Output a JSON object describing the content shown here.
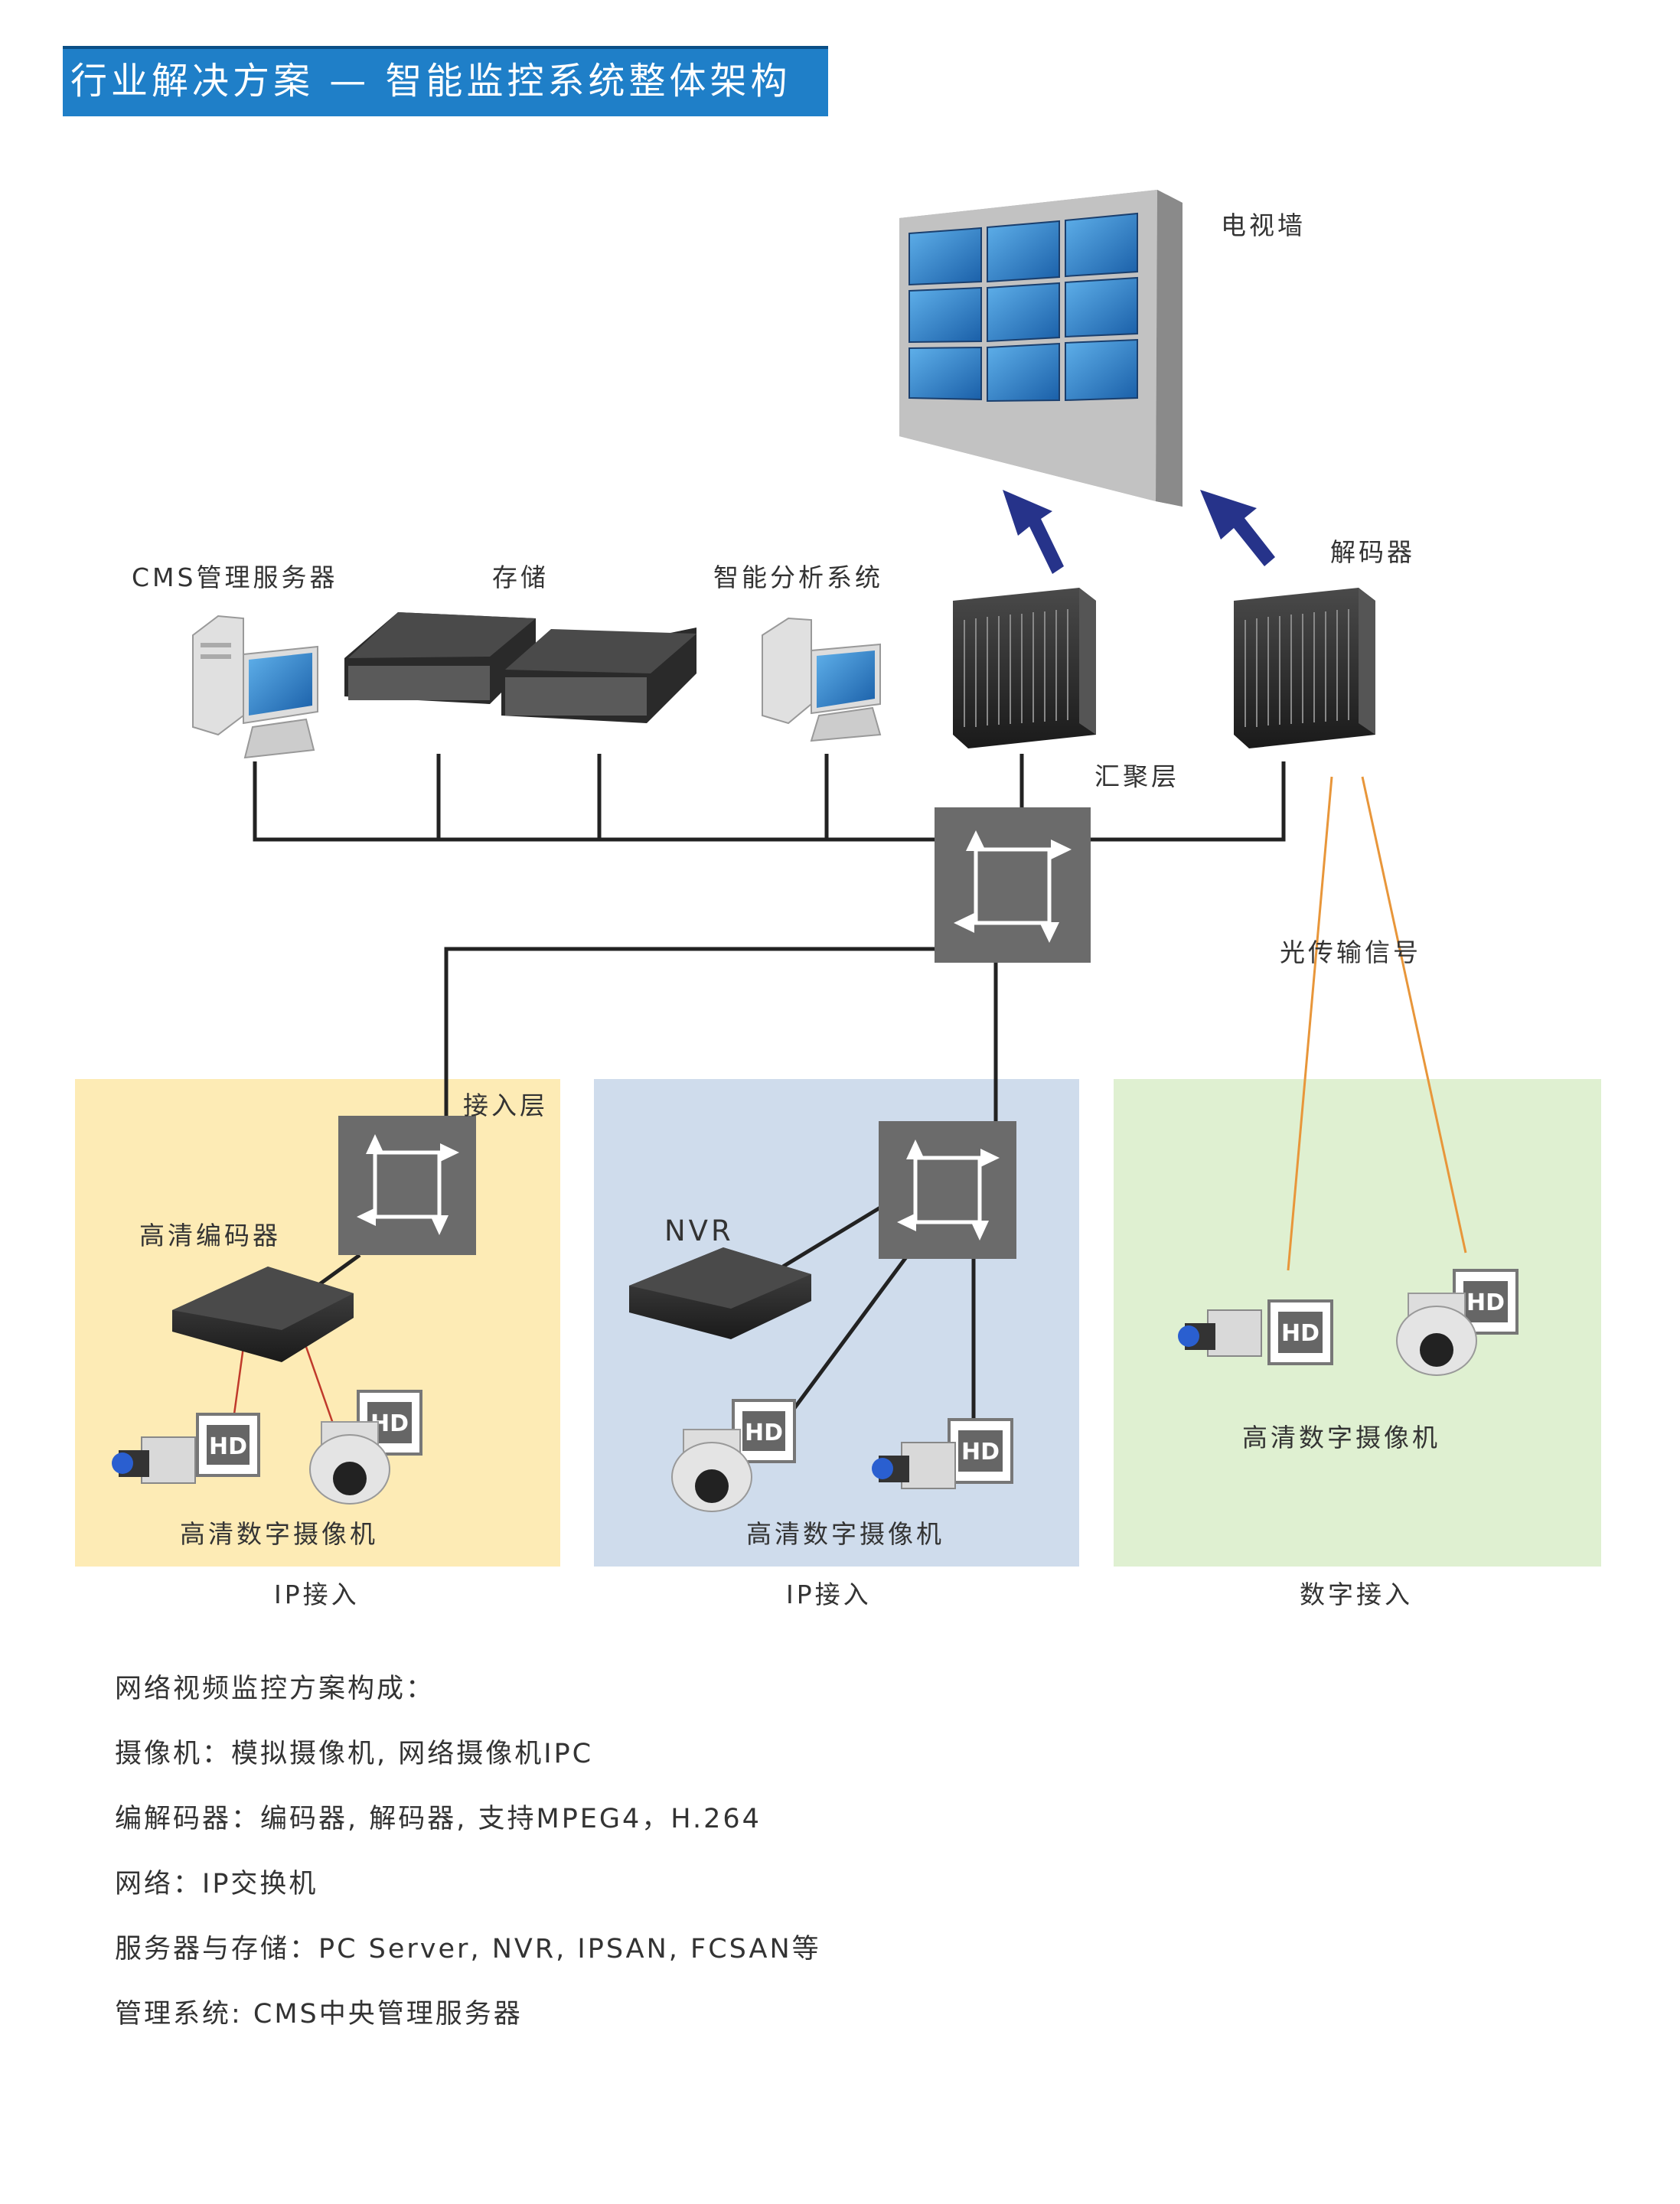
{
  "title": "行业解决方案 — 智能监控系统整体架构",
  "labels": {
    "tv_wall": "电视墙",
    "decoder": "解码器",
    "cms_server": "CMS管理服务器",
    "storage": "存储",
    "smart_analysis": "智能分析系统",
    "aggregation_layer": "汇聚层",
    "optical_signal": "光传输信号",
    "access_layer": "接入层",
    "hd_encoder": "高清编码器",
    "nvr": "NVR",
    "hd_camera_left": "高清数字摄像机",
    "hd_camera_mid": "高清数字摄像机",
    "hd_camera_right": "高清数字摄像机",
    "hd_badge": "HD"
  },
  "zones": [
    {
      "label": "IP接入",
      "color": "#fdebb5"
    },
    {
      "label": "IP接入",
      "color": "#cfdcec"
    },
    {
      "label": "数字接入",
      "color": "#dff0d1"
    }
  ],
  "notes": [
    "网络视频监控方案构成：",
    "摄像机：模拟摄像机, 网络摄像机IPC",
    "编解码器：编码器, 解码器, 支持MPEG4，H.264",
    "网络：IP交换机",
    "服务器与存储：PC Server, NVR, IPSAN, FCSAN等",
    "管理系统: CMS中央管理服务器"
  ],
  "colors": {
    "title_bg": "#1f7fc8",
    "switch": "#6b6b6b",
    "arrow_blue": "#26338a",
    "fiber": "#e8963a",
    "camera_link": "#c0392b",
    "screen": "#2f86cf"
  }
}
